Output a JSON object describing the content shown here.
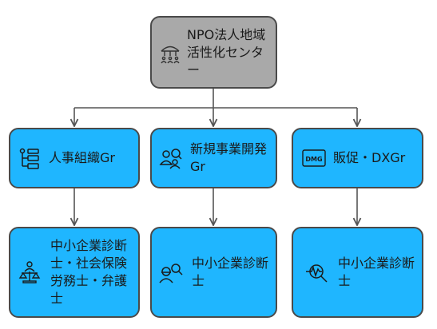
{
  "root": {
    "label": "NPO法人地域活性化センター",
    "icon": "building-people-icon"
  },
  "groups": [
    {
      "label": "人事組織Gr",
      "icon": "org-chart-icon"
    },
    {
      "label": "新規事業開発Gr",
      "icon": "people-search-icon"
    },
    {
      "label": "販促・DXGr",
      "icon": "dmg-badge-icon",
      "icon_text": "DMG"
    }
  ],
  "roles": [
    {
      "label": "中小企業診断士・社会保険労務士・弁護士",
      "icon": "scales-person-icon"
    },
    {
      "label": "中小企業診断士",
      "icon": "person-magnifier-icon"
    },
    {
      "label": "中小企業診断士",
      "icon": "pulse-magnifier-icon"
    }
  ],
  "colors": {
    "root_fill": "#a9a9a9",
    "node_fill": "#1fb6ff",
    "border": "#4a4a4a",
    "connector": "#555555"
  }
}
